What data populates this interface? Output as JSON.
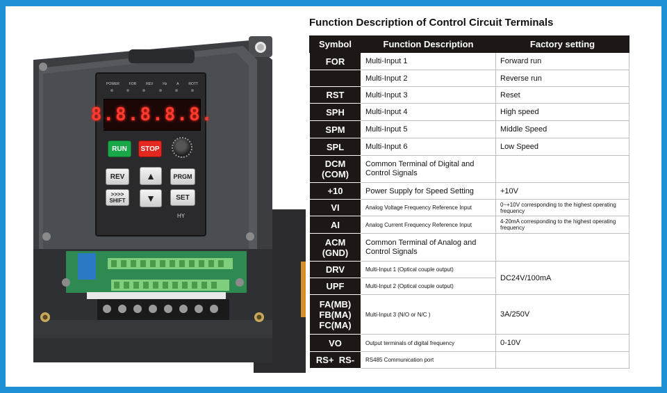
{
  "keypad": {
    "indicators": [
      "POWER",
      "FOR",
      "REV",
      "Hz",
      "A",
      "ROTT"
    ],
    "display": "8.8.8.8.8.",
    "run_label": "RUN",
    "stop_label": "STOP",
    "rev_label": "REV",
    "shift_top": ">>>>",
    "shift_label": "SHIFT",
    "up_label": "▲",
    "down_label": "▼",
    "prgm_label": "PRGM",
    "set_label": "SET",
    "brand": "HY"
  },
  "colors": {
    "frame": "#1f8fd6",
    "header_bg": "#1d1716",
    "run": "#19a74a",
    "stop": "#e2281f",
    "display": "#ff3a2e"
  },
  "table": {
    "title": "Function Description of Control Circuit Terminals",
    "headers": {
      "symbol": "Symbol",
      "description": "Function Description",
      "factory": "Factory setting"
    },
    "rows": [
      {
        "symbol": "FOR",
        "description": "Multi-Input 1",
        "factory": "Forward run"
      },
      {
        "symbol": "",
        "description": "Multi-Input 2",
        "factory": "Reverse run"
      },
      {
        "symbol": "RST",
        "description": "Multi-Input 3",
        "factory": "Reset"
      },
      {
        "symbol": "SPH",
        "description": "Multi-Input 4",
        "factory": "High speed"
      },
      {
        "symbol": "SPM",
        "description": "Multi-Input 5",
        "factory": "Middle Speed"
      },
      {
        "symbol": "SPL",
        "description": "Multi-Input 6",
        "factory": "Low Speed"
      },
      {
        "symbol": "DCM (COM)",
        "symbol_line1": "DCM",
        "symbol_line2": "(COM)",
        "description": "Common Terminal of Digital and Control Signals",
        "factory": ""
      },
      {
        "symbol": "+10",
        "description": "Power Supply for Speed Setting",
        "factory": "+10V"
      },
      {
        "symbol": "VI",
        "description": "Analog Voltage Frequency Reference Input",
        "factory": "0~+10V corresponding to the highest operating frequency"
      },
      {
        "symbol": "AI",
        "description": "Analog Current Frequency Reference Input",
        "factory": "4-20mA corresponding to the highest operating frequency"
      },
      {
        "symbol": "ACM (GND)",
        "symbol_line1": "ACM",
        "symbol_line2": "(GND)",
        "description": "Common Terminal of Analog and Control Signals",
        "factory": ""
      },
      {
        "symbol": "DRV",
        "description": "Multi-Input 1  (Optical couple output)",
        "factory": "DC24V/100mA"
      },
      {
        "symbol": "UPF",
        "description": "Multi-Input 2  (Optical couple output)"
      },
      {
        "symbol": "FA(MB) FB(MA) FC(MA)",
        "symbol_line1": "FA(MB)",
        "symbol_line2": "FB(MA)",
        "symbol_line3": "FC(MA)",
        "description": "Multi-Input 3  (N/O or N/C )",
        "factory": "3A/250V"
      },
      {
        "symbol": "VO",
        "description": "Output terminals of digital frequency",
        "factory": "0-10V"
      },
      {
        "symbol": "RS+  RS-",
        "description": "RS485 Communication port",
        "factory": ""
      }
    ]
  }
}
